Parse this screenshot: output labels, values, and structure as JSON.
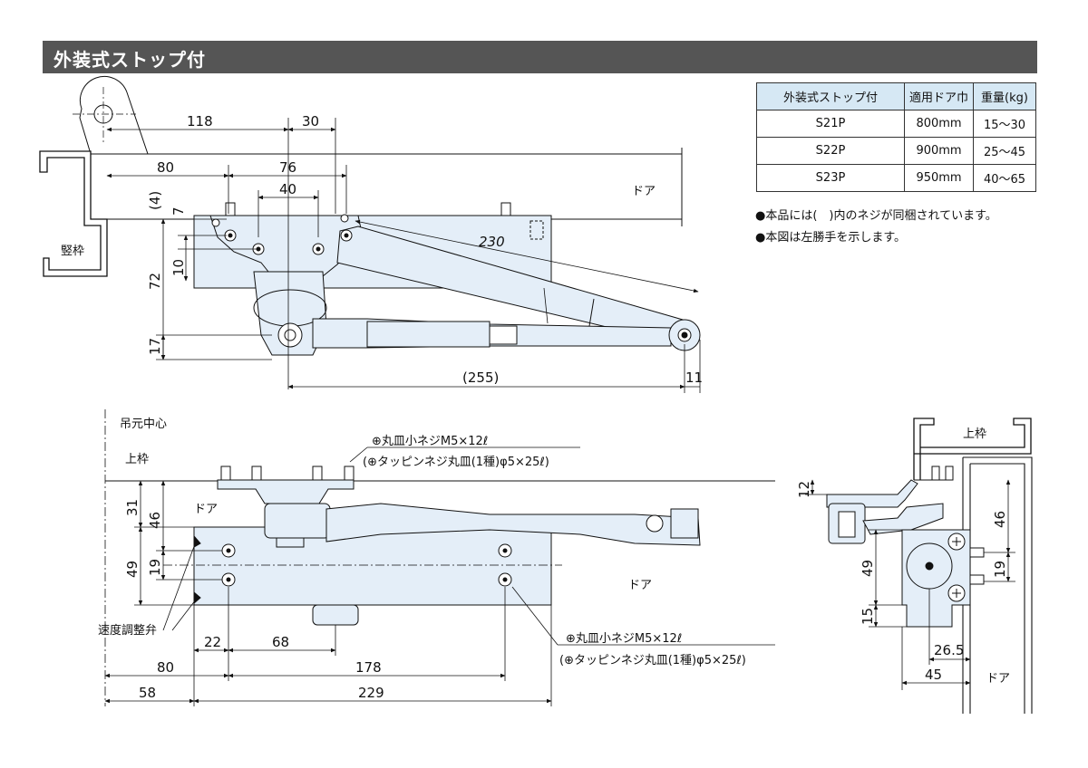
{
  "header": {
    "title": "外装式ストップ付"
  },
  "spec_table": {
    "columns": [
      "外装式ストップ付",
      "適用ドア巾",
      "重量(kg)"
    ],
    "rows": [
      [
        "S21P",
        "800mm",
        "15～30"
      ],
      [
        "S22P",
        "900mm",
        "25～45"
      ],
      [
        "S23P",
        "950mm",
        "40～65"
      ]
    ]
  },
  "notes": [
    "●本品には(　)内のネジが同梱されています。",
    "●本図は左勝手を示します。"
  ],
  "top_view": {
    "frame_label": "竪枠",
    "door_label": "ドア",
    "dims": [
      "118",
      "30",
      "80",
      "76",
      "40",
      "(4)",
      "7",
      "10",
      "72",
      "17",
      "230",
      "(255)",
      "11"
    ]
  },
  "front_view": {
    "pivot_center_label": "吊元中心",
    "upper_frame_label": "上枠",
    "door_label": "ドア",
    "door_label_right": "ドア",
    "speed_valve_label": "速度調整弁",
    "screw_note_top_1": "⊕丸皿小ネジM5×12ℓ",
    "screw_note_top_2": "(⊕タッピンネジ丸皿(1種)φ5×25ℓ)",
    "screw_note_bottom_1": "⊕丸皿小ネジM5×12ℓ",
    "screw_note_bottom_2": "(⊕タッピンネジ丸皿(1種)φ5×25ℓ)",
    "dims": [
      "31",
      "46",
      "49",
      "19",
      "22",
      "68",
      "80",
      "178",
      "58",
      "229"
    ]
  },
  "side_view": {
    "upper_frame_label": "上枠",
    "door_label": "ドア",
    "dims": [
      "12",
      "46",
      "19",
      "49",
      "15",
      "26.5",
      "45"
    ]
  },
  "colors": {
    "header_bg": "#555555",
    "table_header_bg": "#d6e8f4",
    "part_fill": "#e4eef8"
  }
}
